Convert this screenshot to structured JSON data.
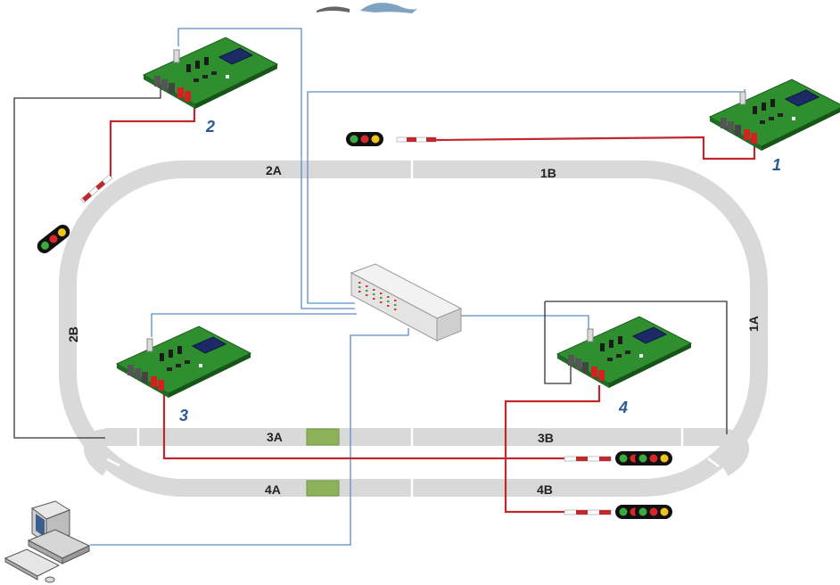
{
  "diagram": {
    "segments": {
      "s2A": "2A",
      "s1B": "1B",
      "s2B": "2B",
      "s1A": "1A",
      "s3A": "3A",
      "s3B": "3B",
      "s4A": "4A",
      "s4B": "4B"
    },
    "nodes": {
      "n1": "1",
      "n2": "2",
      "n3": "3",
      "n4": "4"
    },
    "colors": {
      "track": "#d9d9d9",
      "board": "#2f8f2f",
      "board_dark": "#1f6b24",
      "signal_wire": "#c0282d",
      "network_wire": "#5b8fc7",
      "power_wire": "#333333",
      "occupancy_block": "#8cb35a",
      "chip": "#1c2a66",
      "node_number": "#2a5a94"
    }
  }
}
